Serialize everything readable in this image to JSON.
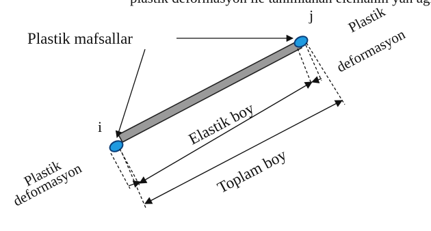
{
  "diagram": {
    "top_fragment": "plastik deformasyon ile tanımlanan elemanın yan ağırlığı çalışması (üst satırda kısmen görünen metin)",
    "labels": {
      "plastic_hinges": "Plastik mafsallar",
      "node_i": "i",
      "node_j": "j",
      "elastic_length": "Elastik boy",
      "total_length": "Toplam boy",
      "plastic_deformation_left_line1": "Plastik",
      "plastic_deformation_left_line2": "deformasyon",
      "plastic_deformation_right_line1": "Plastik",
      "plastic_deformation_right_line2": "deformasyon"
    },
    "colors": {
      "hinge_fill": "#1e9ae0",
      "hinge_stroke": "#0b3d77",
      "beam_fill": "#9a9a9a",
      "beam_stroke": "#222222",
      "line": "#111111"
    }
  }
}
